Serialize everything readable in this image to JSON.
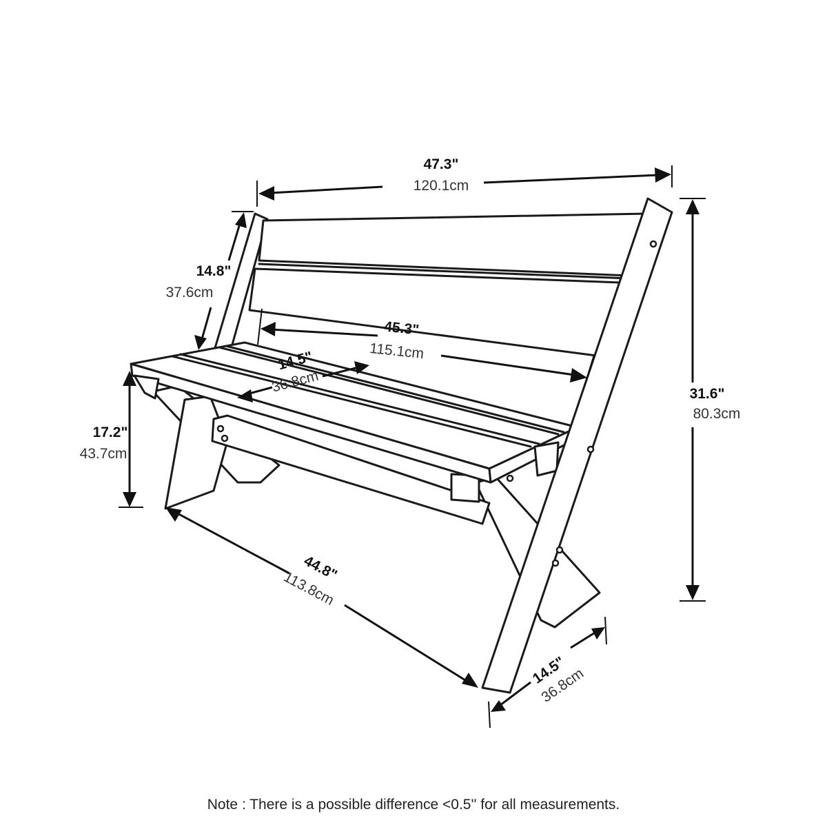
{
  "dimensions": {
    "overall_width": {
      "inches": "47.3\"",
      "cm": "120.1cm"
    },
    "back_height": {
      "inches": "14.8\"",
      "cm": "37.6cm"
    },
    "seat_width": {
      "inches": "45.3\"",
      "cm": "115.1cm"
    },
    "seat_depth": {
      "inches": "14.5\"",
      "cm": "36.8cm"
    },
    "seat_height": {
      "inches": "17.2\"",
      "cm": "43.7cm"
    },
    "overall_height": {
      "inches": "31.6\"",
      "cm": "80.3cm"
    },
    "base_length": {
      "inches": "44.8\"",
      "cm": "113.8cm"
    },
    "base_depth": {
      "inches": "14.5\"",
      "cm": "36.8cm"
    }
  },
  "note": "Note : There is a possible difference <0.5'' for all measurements.",
  "colors": {
    "line": "#1a1a1a",
    "background": "#ffffff"
  }
}
